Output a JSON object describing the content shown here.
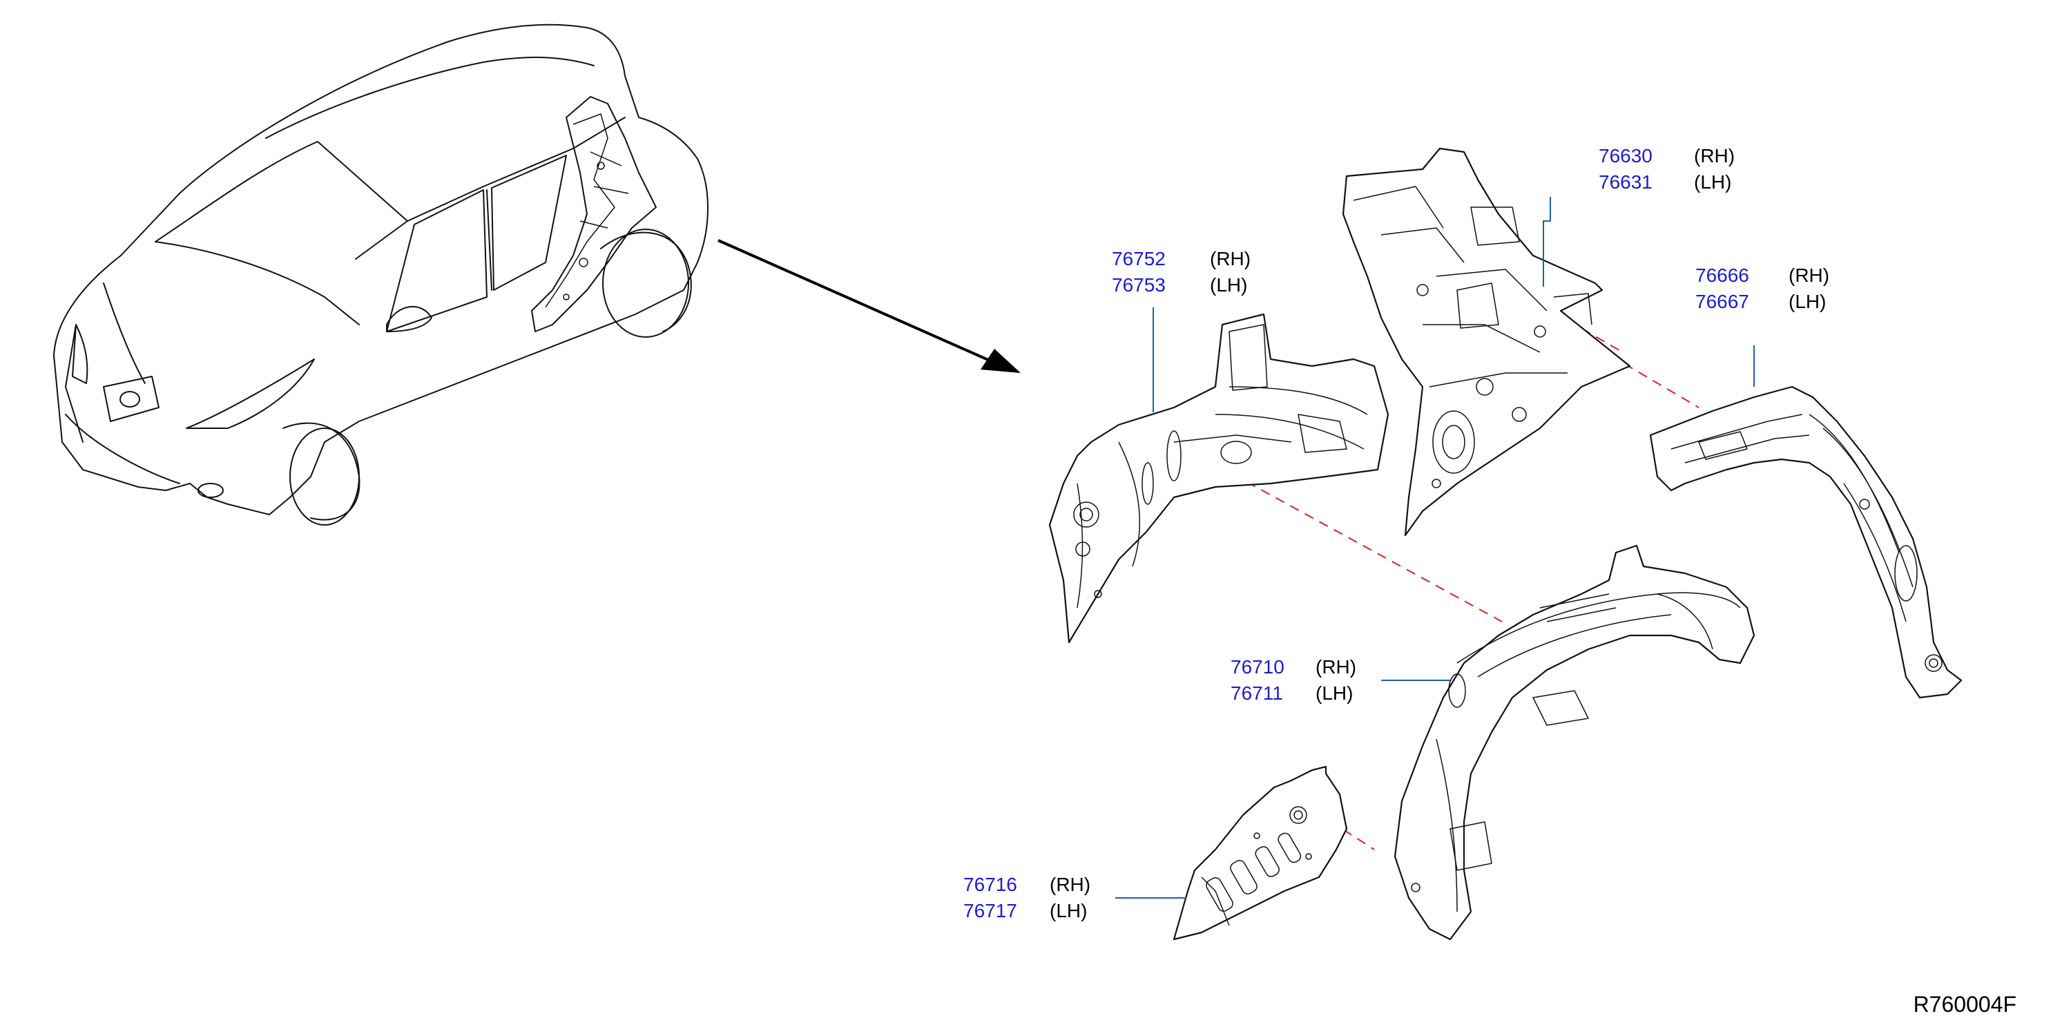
{
  "callouts": [
    {
      "id": "inner-front",
      "part_rh": "76752",
      "part_lh": "76753",
      "rh": "(RH)",
      "lh": "(LH)"
    },
    {
      "id": "pillar-upper",
      "part_rh": "76630",
      "part_lh": "76631",
      "rh": "(RH)",
      "lh": "(LH)"
    },
    {
      "id": "arch-extension",
      "part_rh": "76666",
      "part_lh": "76667",
      "rh": "(RH)",
      "lh": "(LH)"
    },
    {
      "id": "wheel-house",
      "part_rh": "76710",
      "part_lh": "76711",
      "rh": "(RH)",
      "lh": "(LH)"
    },
    {
      "id": "extension-panel",
      "part_rh": "76716",
      "part_lh": "76717",
      "rh": "(RH)",
      "lh": "(LH)"
    }
  ],
  "diagram_ref": "R760004F",
  "colors": {
    "part_number": "#1b1bd6",
    "leader_line": "#1f5fa8",
    "alignment_line": "#e02020",
    "ink": "#111111"
  }
}
